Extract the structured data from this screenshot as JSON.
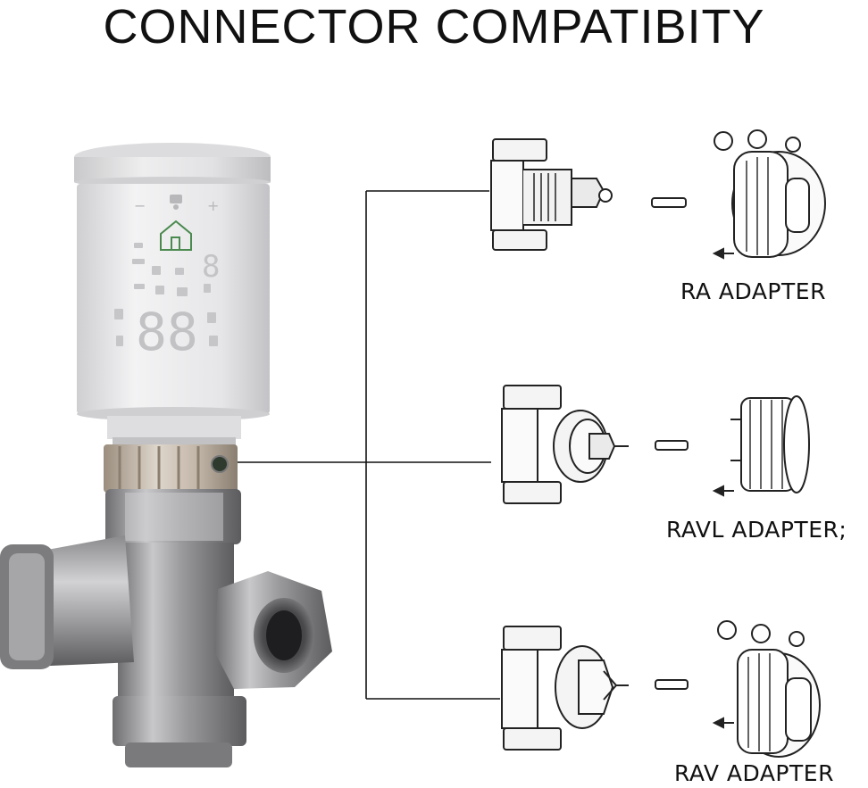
{
  "title": "CONNECTOR COMPATIBITY",
  "device": {
    "display_digits": "88",
    "display_small_digit": "8",
    "minus_symbol": "−",
    "plus_symbol": "+",
    "icon": "home-icon"
  },
  "adapters": [
    {
      "label": "RA ADAPTER",
      "icon": "ra-valve-icon"
    },
    {
      "label": "RAVL ADAPTER;",
      "icon": "ravl-valve-icon"
    },
    {
      "label": "RAV ADAPTER",
      "icon": "rav-valve-icon"
    }
  ]
}
